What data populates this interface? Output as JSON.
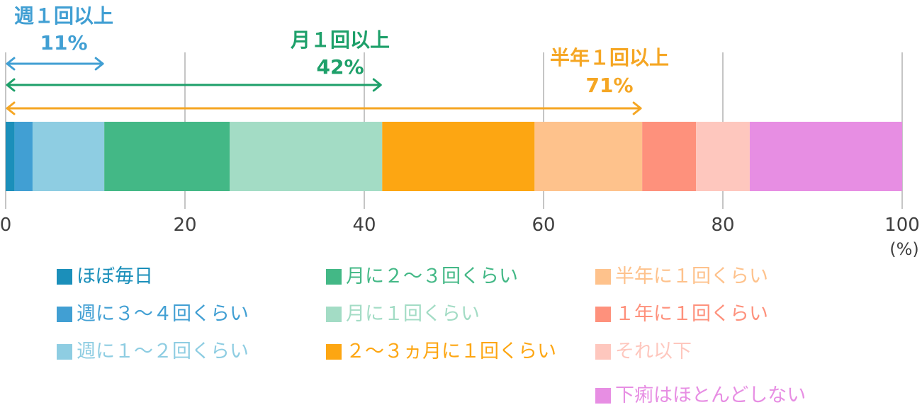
{
  "chart_data": {
    "type": "bar",
    "orientation": "horizontal-stacked",
    "xlim": [
      0,
      100
    ],
    "xticks": [
      "0",
      "20",
      "40",
      "60",
      "80",
      "100"
    ],
    "xunit": "(%)",
    "grid": true,
    "segments": [
      {
        "name": "ほぼ毎日",
        "value": 1,
        "color": "#1b8fba"
      },
      {
        "name": "週に３～４回くらい",
        "value": 2,
        "color": "#419fd3"
      },
      {
        "name": "週に１～２回くらい",
        "value": 8,
        "color": "#8ecde2"
      },
      {
        "name": "月に２～３回くらい",
        "value": 14,
        "color": "#43b886"
      },
      {
        "name": "月に１回くらい",
        "value": 17,
        "color": "#a3dcc5"
      },
      {
        "name": "２～３ヵ月に１回くらい",
        "value": 17,
        "color": "#fda612"
      },
      {
        "name": "半年に１回くらい",
        "value": 12,
        "color": "#fec28c"
      },
      {
        "name": "１年に１回くらい",
        "value": 6,
        "color": "#fe917c"
      },
      {
        "name": "それ以下",
        "value": 6,
        "color": "#fec7be"
      },
      {
        "name": "下痢はほとんどしない",
        "value": 17,
        "color": "#e78ee3"
      }
    ],
    "annotations": [
      {
        "title": "週１回以上",
        "pct": "11%",
        "value": 11,
        "color": "#419fd3"
      },
      {
        "title": "月１回以上",
        "pct": "42%",
        "value": 42,
        "color": "#1ea06a"
      },
      {
        "title": "半年１回以上",
        "pct": "71%",
        "value": 71,
        "color": "#f5a623"
      }
    ]
  },
  "legend_colors": {
    "text": [
      "#1b8fba",
      "#419fd3",
      "#8ecde2",
      "#43b886",
      "#a3dcc5",
      "#fda612",
      "#fec28c",
      "#fe917c",
      "#fec7be",
      "#e78ee3"
    ]
  }
}
